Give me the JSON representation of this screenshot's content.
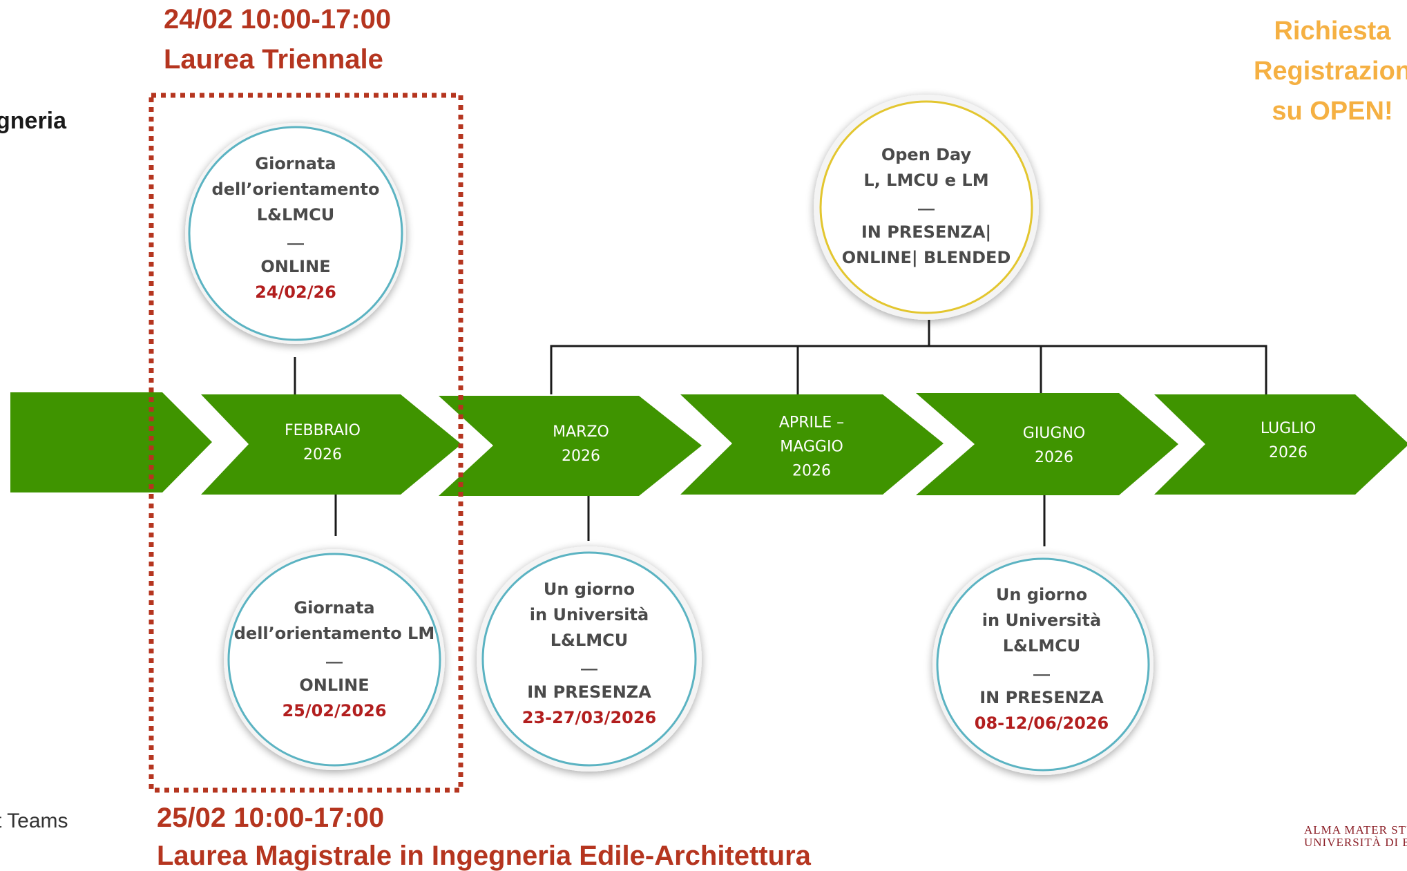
{
  "header": {
    "date_triennale": "24/02 10:00-17:00",
    "title_triennale": "Laurea Triennale"
  },
  "side_fragment": "gneria",
  "request_note": {
    "line1": "Richiesta",
    "line2": "Registrazion",
    "line3": "su OPEN!"
  },
  "timeline": [
    {
      "line1": "",
      "line2": ""
    },
    {
      "line1": "FEBBRAIO",
      "line2": "2026"
    },
    {
      "line1": "MARZO",
      "line2": "2026"
    },
    {
      "line1": "APRILE –",
      "line2": "MAGGIO",
      "line3": "2026"
    },
    {
      "line1": "GIUGNO",
      "line2": "2026"
    },
    {
      "line1": "LUGLIO",
      "line2": "2026"
    }
  ],
  "events": {
    "orientamento_triennale": {
      "line1": "Giornata",
      "line2": "dell’orientamento",
      "line3": "L&LMCU",
      "sep": "__",
      "mode": "ONLINE",
      "date": "24/02/26"
    },
    "open_day": {
      "line1": "Open Day",
      "line2": "L, LMCU e LM",
      "sep": "__",
      "mode1": "IN PRESENZA|",
      "mode2": "ONLINE| BLENDED"
    },
    "orientamento_lm": {
      "line1": "Giornata",
      "line2": "dell’orientamento LM",
      "sep": "__",
      "mode": "ONLINE",
      "date": "25/02/2026"
    },
    "giorno_marzo": {
      "line1": "Un giorno",
      "line2": "in Università",
      "line3": "L&LMCU",
      "sep": "__",
      "mode": "IN PRESENZA",
      "date": "23-27/03/2026"
    },
    "giorno_giugno": {
      "line1": "Un giorno",
      "line2": "in Università",
      "line3": "L&LMCU",
      "sep": "__",
      "mode": "IN PRESENZA",
      "date": "08-12/06/2026"
    }
  },
  "footer": {
    "date_magistrale": "25/02 10:00-17:00",
    "title_magistrale": "Laurea Magistrale in Ingegneria Edile-Architettura",
    "teams_fragment": "t Teams",
    "logo_line1": "ALMA MATER STU",
    "logo_line2": "UNIVERSITÀ DI B"
  },
  "colors": {
    "arrow_green": "#3f9400",
    "highlight_red": "#b5351f",
    "ring_teal": "#5bb3c2",
    "ring_gold": "#e3c62f",
    "request_orange": "#f5b042"
  }
}
